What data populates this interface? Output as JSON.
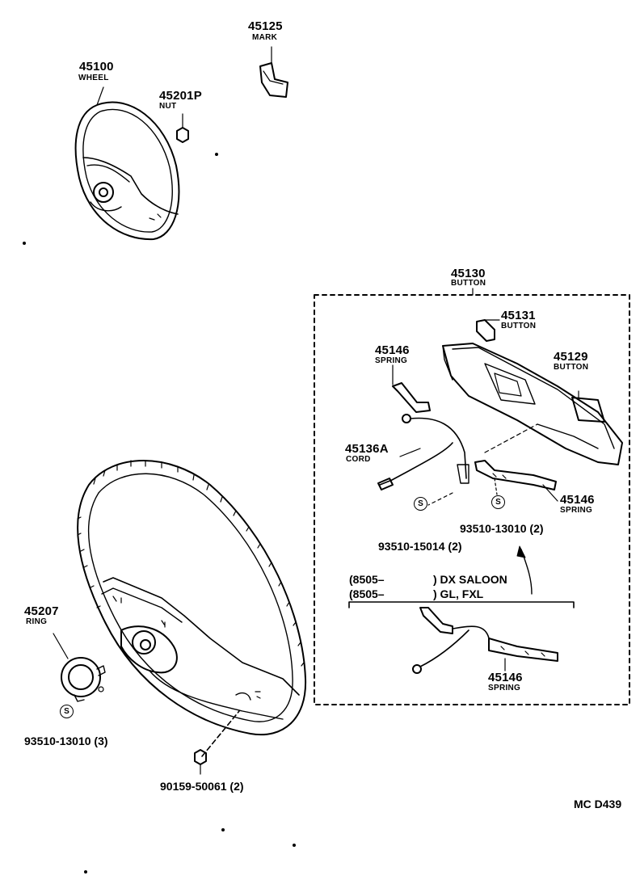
{
  "parts": {
    "p45125": {
      "number": "45125",
      "name": "MARK"
    },
    "p45100": {
      "number": "45100",
      "name": "WHEEL"
    },
    "p45201p": {
      "number": "45201P",
      "name": "NUT"
    },
    "p45130": {
      "number": "45130",
      "name": "BUTTON"
    },
    "p45131": {
      "number": "45131",
      "name": "BUTTON"
    },
    "p45129": {
      "number": "45129",
      "name": "BUTTON"
    },
    "p45146a": {
      "number": "45146",
      "name": "SPRING"
    },
    "p45136a": {
      "number": "45136A",
      "name": "CORD"
    },
    "p45146b": {
      "number": "45146",
      "name": "SPRING"
    },
    "p45146c": {
      "number": "45146",
      "name": "SPRING"
    },
    "p45207": {
      "number": "45207",
      "name": "RING"
    }
  },
  "screws": {
    "s1": {
      "symbol": "S",
      "number": "93510-15014 (2)"
    },
    "s2": {
      "symbol": "S",
      "number": "93510-13010 (2)"
    },
    "s3": {
      "symbol": "S",
      "number": "93510-13010 (3)"
    },
    "bolt": {
      "number": "90159-50061 (2)"
    }
  },
  "notes": {
    "line1_code": "(8505–",
    "line1_model": ") DX SALOON",
    "line2_code": "(8505–",
    "line2_model": ") GL, FXL"
  },
  "diagram_code": "MC D439"
}
